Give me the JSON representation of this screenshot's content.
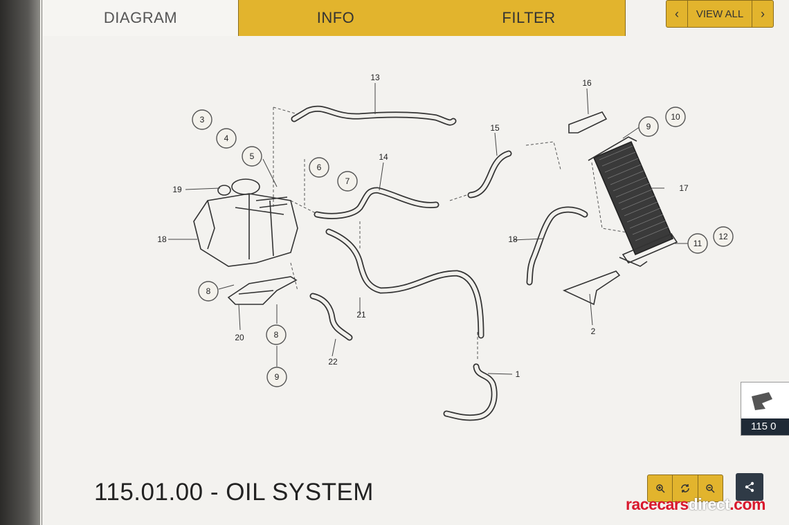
{
  "tabs": {
    "diagram": "DIAGRAM",
    "info": "INFO",
    "filter": "FILTER"
  },
  "view_all": {
    "label": "VIEW ALL",
    "prev_icon": "chevron-left-icon",
    "next_icon": "chevron-right-icon"
  },
  "page_title": "115.01.00 - OIL SYSTEM",
  "callouts": [
    "1",
    "2",
    "3",
    "4",
    "5",
    "6",
    "7",
    "8",
    "8",
    "9",
    "9",
    "10",
    "11",
    "12",
    "13",
    "14",
    "15",
    "16",
    "17",
    "18",
    "18",
    "19",
    "20",
    "21",
    "22"
  ],
  "toolbar": {
    "zoom_in_icon": "zoom-in-icon",
    "reset_icon": "refresh-icon",
    "zoom_out_icon": "zoom-out-icon",
    "share_icon": "share-icon"
  },
  "thumbnail": {
    "label": "115 0"
  },
  "watermark": {
    "part1": "racecars",
    "part2": "direct",
    "part3": ".com"
  },
  "colors": {
    "accent": "#e2b42d",
    "dark_button": "#2f3a46",
    "watermark_red": "#d9182d"
  }
}
